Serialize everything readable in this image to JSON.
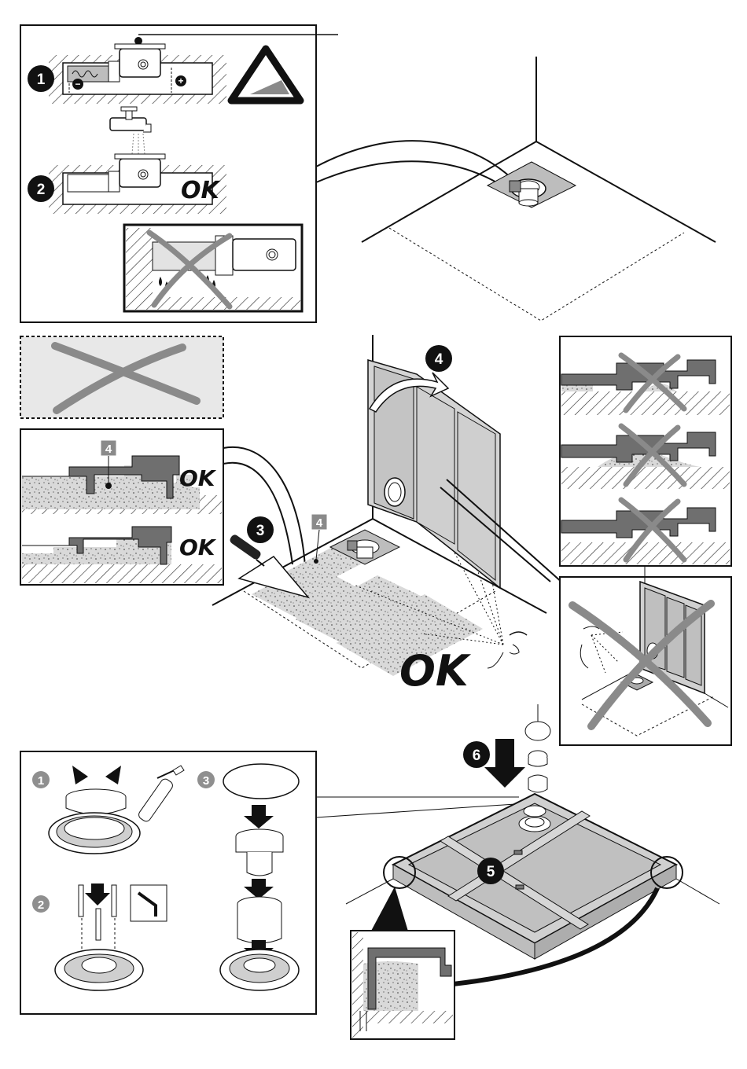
{
  "steps": {
    "s1": "1",
    "s2": "2",
    "s3": "3",
    "s4": "4",
    "s5": "5",
    "s6": "6"
  },
  "substeps": {
    "a": "1",
    "b": "2",
    "c": "3"
  },
  "labels": {
    "ok_pipe": "OK",
    "ok_mortar_top": "OK",
    "ok_mortar_bottom": "OK",
    "ok_level": "OK",
    "ref4_panel": "4",
    "ref4_floor": "4",
    "minus": "−",
    "plus": "+"
  },
  "colors": {
    "ink": "#111111",
    "grey_dark": "#555555",
    "grey_mid": "#8c8c8c",
    "grey_light": "#cfcfcf",
    "mortar": "#d7d7d7",
    "cross": "#777777"
  }
}
